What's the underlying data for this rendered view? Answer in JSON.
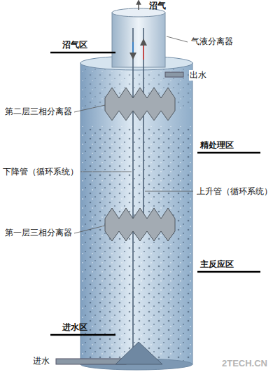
{
  "diagram": {
    "labels": [
      "沼气",
      "沼气区",
      "气液分离器",
      "出水",
      "第二层三相分离器",
      "精处理区",
      "下降管（循环系统）",
      "上升管（循环系统）",
      "第一层三相分离器",
      "主反应区",
      "进水区",
      "进水",
      "2TECH.CN"
    ]
  }
}
